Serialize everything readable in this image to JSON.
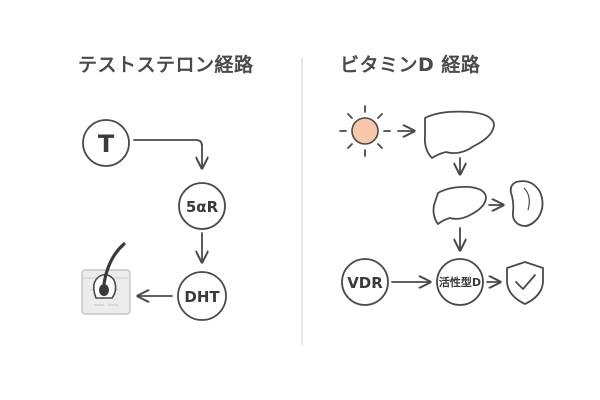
{
  "panels": {
    "left": {
      "title": "テストステロン経路",
      "nodes": {
        "t": "T",
        "enzyme": "5αR",
        "dht": "DHT"
      }
    },
    "right": {
      "title": "ビタミンD 経路",
      "nodes": {
        "vdr": "VDR",
        "active": "活性型D"
      }
    }
  },
  "colors": {
    "line": "#4a4a4a",
    "sun": "#f7c9aa",
    "skin": "#ececec",
    "divider": "#d5d5d5"
  },
  "icons": [
    "sun-icon",
    "liver-icon",
    "kidney-icon",
    "shield-check-icon",
    "hair-follicle-icon"
  ]
}
